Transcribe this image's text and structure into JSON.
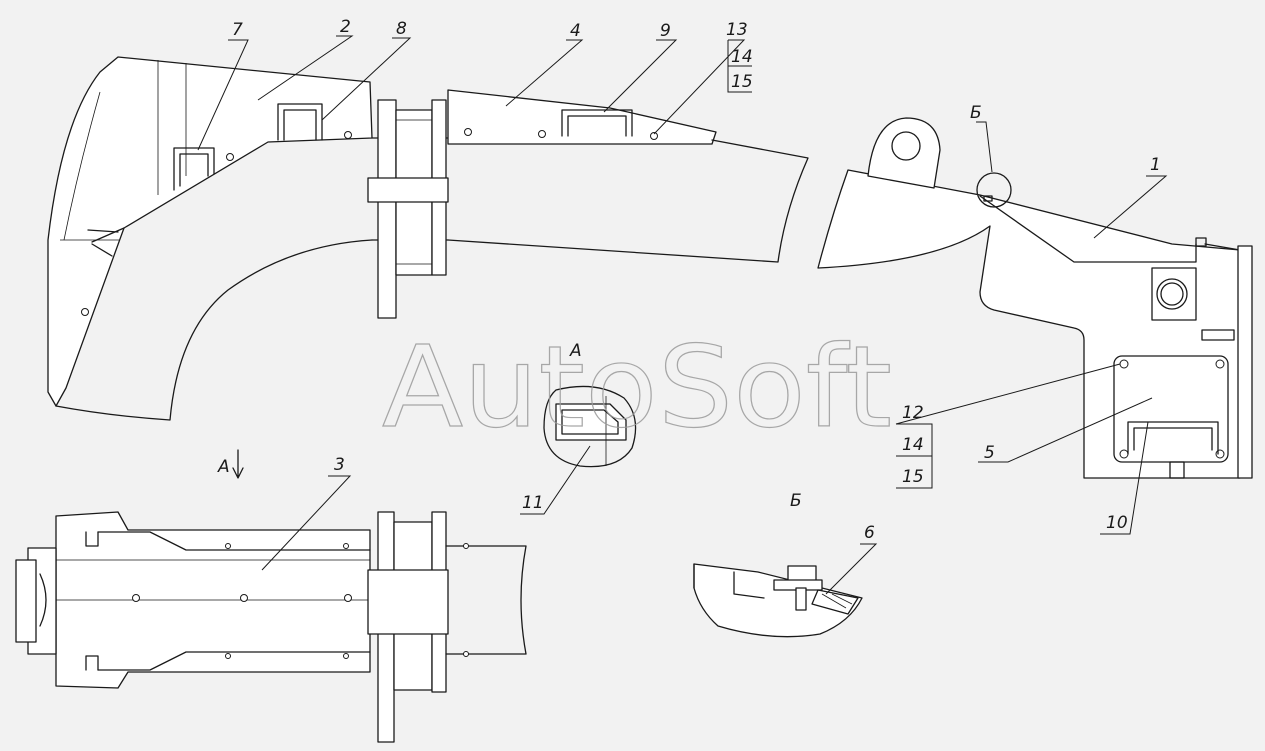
{
  "watermark": "AutoSoft",
  "part_numbers": {
    "p1": "1",
    "p2": "2",
    "p3": "3",
    "p4": "4",
    "p5": "5",
    "p6": "6",
    "p7": "7",
    "p8": "8",
    "p9": "9",
    "p10": "10",
    "p11": "11"
  },
  "callout_13": [
    "13",
    "14",
    "15"
  ],
  "callout_12": [
    "12",
    "14",
    "15"
  ],
  "views": {
    "view_a_label": "А",
    "view_a_arrow_label": "А",
    "view_b_label": "Б",
    "view_b_detail_label": "Б"
  },
  "colors": {
    "line": "#1a1a1a",
    "paper": "#f2f2f2",
    "watermark": "#9a9a9a"
  }
}
